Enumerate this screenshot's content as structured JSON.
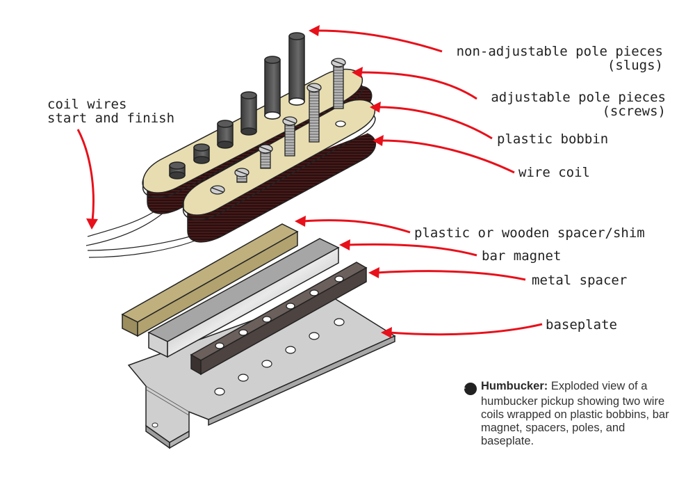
{
  "labels": {
    "non_adjustable_1": "non-adjustable pole pieces",
    "non_adjustable_2": "(slugs)",
    "adjustable_1": "adjustable pole pieces",
    "adjustable_2": "(screws)",
    "plastic_bobbin": "plastic bobbin",
    "wire_coil": "wire coil",
    "spacer_shim": "plastic or wooden spacer/shim",
    "bar_magnet": "bar magnet",
    "metal_spacer": "metal spacer",
    "baseplate": "baseplate",
    "coil_wires_1": "coil wires",
    "coil_wires_2": "start and finish"
  },
  "caption": {
    "title": "Humbucker:",
    "text": " Exploded view of a humbucker pickup showing two wire coils wrapped on plastic bobbins, bar magnet, spacers, poles, and baseplate.",
    "icon": "left-arrow-circle-icon"
  },
  "colors": {
    "arrow": "#e8101a",
    "bobbin": "#e8ddb0",
    "coil": "#3a1414",
    "shim": "#b5a676",
    "magnet": "#9a9a9a",
    "metal_spacer": "#4a403e",
    "baseplate": "#c9c9c9",
    "slug": "#4d4d4d"
  }
}
